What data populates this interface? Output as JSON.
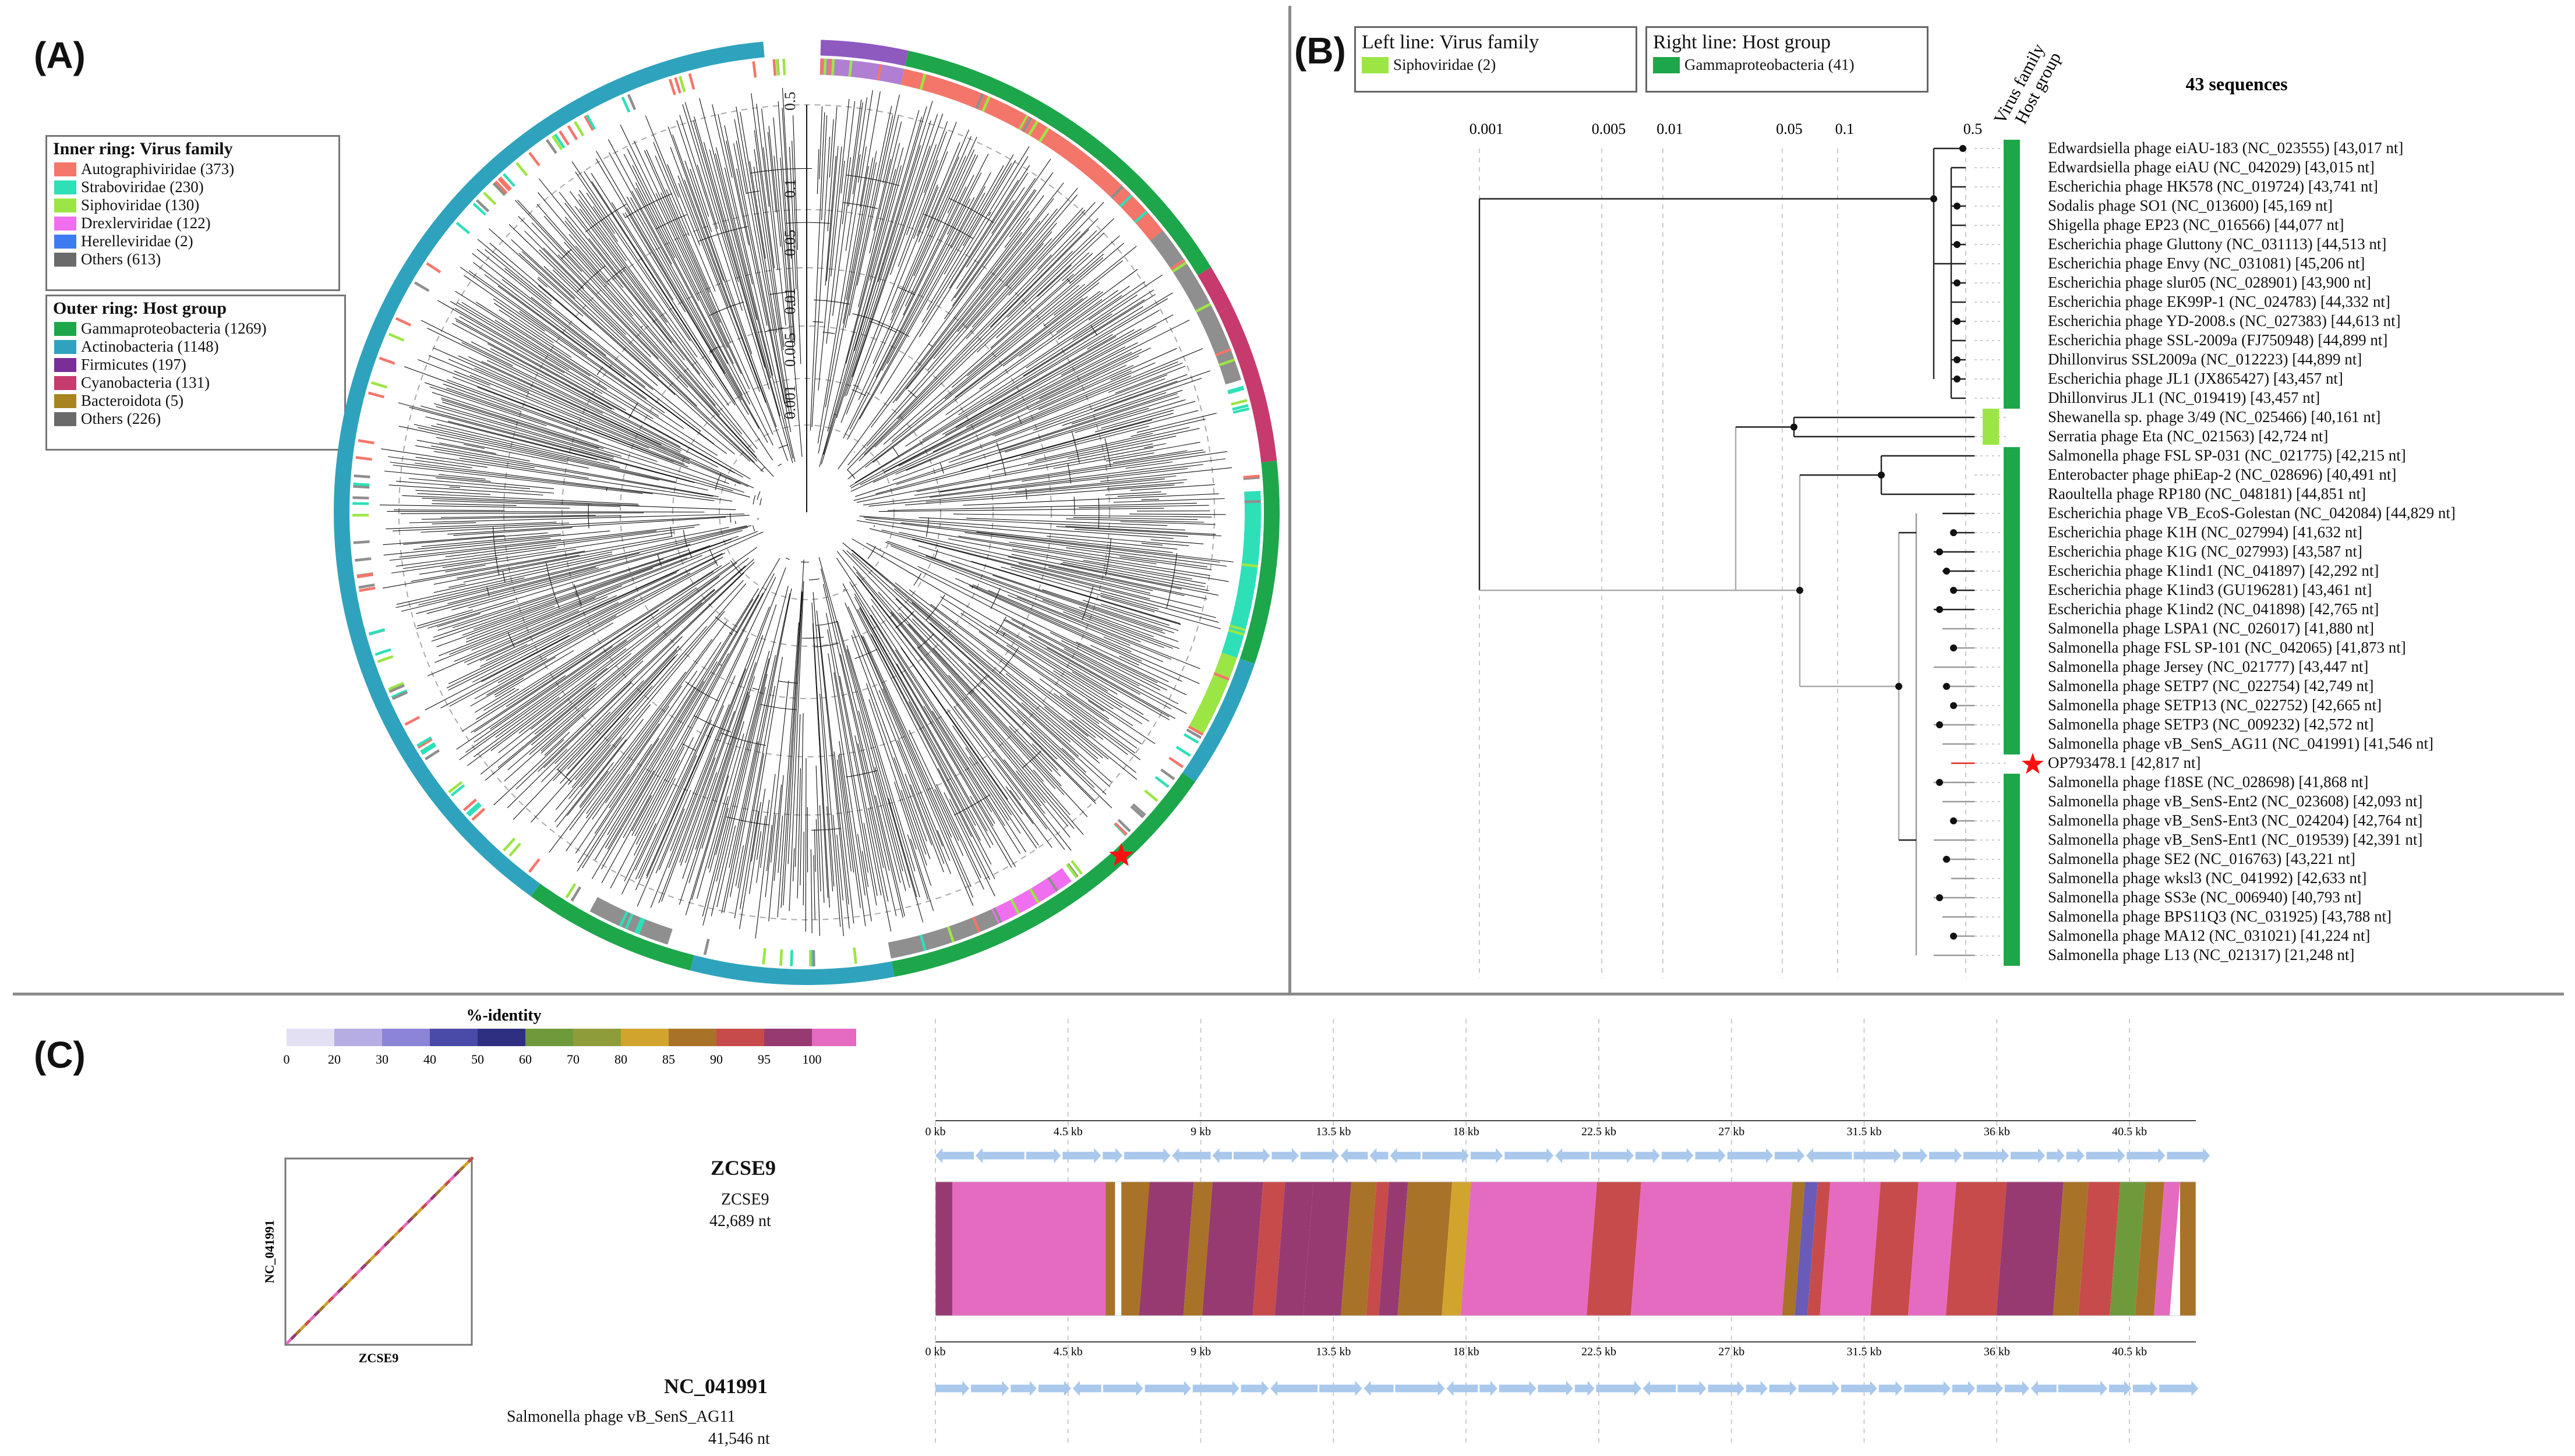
{
  "panels": {
    "a": "(A)",
    "b": "(B)",
    "c": "(C)"
  },
  "inner_legend": {
    "title": "Inner ring: Virus family",
    "items": [
      {
        "label": "Autographiviridae (373)",
        "color": "#f4766a"
      },
      {
        "label": "Straboviridae (230)",
        "color": "#2ee0b8"
      },
      {
        "label": "Siphoviridae (130)",
        "color": "#9be645"
      },
      {
        "label": "Drexlerviridae (122)",
        "color": "#ef6ff0"
      },
      {
        "label": "Herelleviridae (2)",
        "color": "#3d7cf0"
      },
      {
        "label": "Others (613)",
        "color": "#6a6a6a"
      }
    ]
  },
  "outer_legend": {
    "title": "Outer ring: Host group",
    "items": [
      {
        "label": "Gammaproteobacteria (1269)",
        "color": "#1ea64b"
      },
      {
        "label": "Actinobacteria (1148)",
        "color": "#2fa3bd"
      },
      {
        "label": "Firmicutes (197)",
        "color": "#7a2e99"
      },
      {
        "label": "Cyanobacteria (131)",
        "color": "#c73a6e"
      },
      {
        "label": "Bacteroidota (5)",
        "color": "#a88420"
      },
      {
        "label": "Others (226)",
        "color": "#6a6a6a"
      }
    ]
  },
  "radial_scale": [
    "0.5",
    "0.1",
    "0.05",
    "0.01",
    "0.005",
    "0.001"
  ],
  "panel_b": {
    "left_legend": {
      "title": "Left line: Virus family",
      "label": "Siphoviridae (2)",
      "color": "#9be645"
    },
    "right_legend": {
      "title": "Right line: Host group",
      "label": "Gammaproteobacteria (41)",
      "color": "#1ea64b"
    },
    "col_headers": [
      "Virus family",
      "Host group"
    ],
    "count": "43 sequences",
    "scale": [
      "0.001",
      "0.005",
      "0.01",
      "0.05",
      "0.1",
      "0.5"
    ],
    "taxa": [
      "Edwardsiella phage eiAU-183 (NC_023555) [43,017 nt]",
      "Edwardsiella phage eiAU (NC_042029) [43,015 nt]",
      "Escherichia phage HK578 (NC_019724) [43,741 nt]",
      "Sodalis phage SO1 (NC_013600) [45,169 nt]",
      "Shigella phage EP23 (NC_016566) [44,077 nt]",
      "Escherichia phage Gluttony (NC_031113) [44,513 nt]",
      "Escherichia phage Envy (NC_031081) [45,206 nt]",
      "Escherichia phage slur05 (NC_028901) [43,900 nt]",
      "Escherichia phage EK99P-1 (NC_024783) [44,332 nt]",
      "Escherichia phage YD-2008.s (NC_027383) [44,613 nt]",
      "Escherichia phage SSL-2009a (FJ750948) [44,899 nt]",
      "Dhillonvirus SSL2009a (NC_012223) [44,899 nt]",
      "Escherichia phage JL1 (JX865427) [43,457 nt]",
      "Dhillonvirus JL1 (NC_019419) [43,457 nt]",
      "Shewanella sp. phage 3/49 (NC_025466) [40,161 nt]",
      "Serratia phage Eta (NC_021563) [42,724 nt]",
      "Salmonella phage FSL SP-031 (NC_021775) [42,215 nt]",
      "Enterobacter phage phiEap-2 (NC_028696) [40,491 nt]",
      "Raoultella phage RP180 (NC_048181) [44,851 nt]",
      "Escherichia phage VB_EcoS-Golestan (NC_042084) [44,829 nt]",
      "Escherichia phage K1H (NC_027994) [41,632 nt]",
      "Escherichia phage K1G (NC_027993) [43,587 nt]",
      "Escherichia phage K1ind1 (NC_041897) [42,292 nt]",
      "Escherichia phage K1ind3 (GU196281) [43,461 nt]",
      "Escherichia phage K1ind2 (NC_041898) [42,765 nt]",
      "Salmonella phage LSPA1 (NC_026017) [41,880 nt]",
      "Salmonella phage FSL SP-101 (NC_042065) [41,873 nt]",
      "Salmonella phage Jersey (NC_021777) [43,447 nt]",
      "Salmonella phage SETP7 (NC_022754) [42,749 nt]",
      "Salmonella phage SETP13 (NC_022752) [42,665 nt]",
      "Salmonella phage SETP3 (NC_009232) [42,572 nt]",
      "Salmonella phage vB_SenS_AG11 (NC_041991) [41,546 nt]",
      "OP793478.1 [42,817 nt]",
      "Salmonella phage f18SE (NC_028698) [41,868 nt]",
      "Salmonella phage vB_SenS-Ent2 (NC_023608) [42,093 nt]",
      "Salmonella phage vB_SenS-Ent3 (NC_024204) [42,764 nt]",
      "Salmonella phage vB_SenS-Ent1 (NC_019539) [42,391 nt]",
      "Salmonella phage SE2 (NC_016763) [43,221 nt]",
      "Salmonella phage wksl3 (NC_041992) [42,633 nt]",
      "Salmonella phage SS3e (NC_006940) [40,793 nt]",
      "Salmonella phage BPS11Q3 (NC_031925) [43,788 nt]",
      "Salmonella phage MA12 (NC_031021) [41,224 nt]",
      "Salmonella phage L13 (NC_021317) [21,248 nt]"
    ],
    "family_sipho_rows": [
      14,
      15
    ]
  },
  "panel_c": {
    "identity_title": "%-identity",
    "identity_ticks": [
      "0",
      "20",
      "30",
      "40",
      "50",
      "60",
      "70",
      "80",
      "85",
      "90",
      "95",
      "100"
    ],
    "identity_colors": [
      "#e4e0f4",
      "#b5ade3",
      "#8c84d6",
      "#4a4ba8",
      "#2e2f80",
      "#6f9a3c",
      "#8e9c3a",
      "#d1a42e",
      "#a87328",
      "#c84b4b",
      "#973a72",
      "#e56bc0"
    ],
    "kb_ticks": [
      "0 kb",
      "4.5 kb",
      "9 kb",
      "13.5 kb",
      "18 kb",
      "22.5 kb",
      "27 kb",
      "31.5 kb",
      "36 kb",
      "40.5 kb"
    ],
    "top_name": "ZCSE9",
    "top_sub": "ZCSE9",
    "top_len": "42,689 nt",
    "bottom_name": "NC_041991",
    "bottom_sub": "Salmonella phage vB_SenS_AG11",
    "bottom_len": "41,546 nt",
    "dot_xlabel": "ZCSE9",
    "dot_ylabel": "NC_041991"
  }
}
